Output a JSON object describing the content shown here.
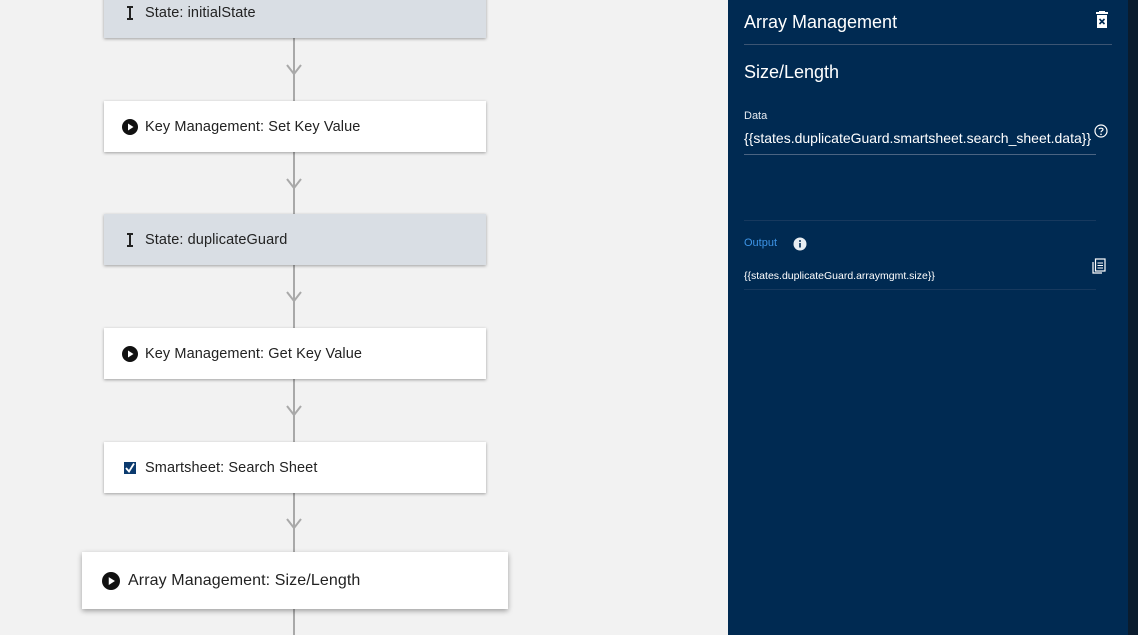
{
  "flow": {
    "nodes": [
      {
        "label": "State: initialState",
        "kind": "state",
        "icon": "state-marker-icon"
      },
      {
        "label": "Key Management: Set Key Value",
        "kind": "action",
        "icon": "play-circle-icon"
      },
      {
        "label": "State: duplicateGuard",
        "kind": "state",
        "icon": "state-marker-icon"
      },
      {
        "label": "Key Management: Get Key Value",
        "kind": "action",
        "icon": "play-circle-icon"
      },
      {
        "label": "Smartsheet: Search Sheet",
        "kind": "action",
        "icon": "smartsheet-logo-icon"
      },
      {
        "label": "Array Management: Size/Length",
        "kind": "action",
        "icon": "play-circle-icon",
        "selected": true
      }
    ]
  },
  "panel": {
    "title": "Array Management",
    "section_title": "Size/Length",
    "data_label": "Data",
    "data_value": "{{states.duplicateGuard.smartsheet.search_sheet.data}}",
    "output_label": "Output",
    "output_value": "{{states.duplicateGuard.arraymgmt.size}}"
  },
  "colors": {
    "panel_bg": "#002a52",
    "canvas_bg": "#f2f2f2",
    "state_node_bg": "#d9dee4",
    "output_label": "#3d94e6"
  }
}
